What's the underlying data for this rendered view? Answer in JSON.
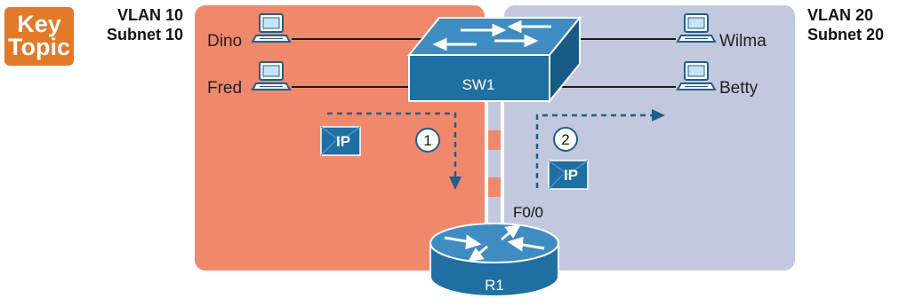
{
  "key_topic": {
    "line1": "Key",
    "line2": "Topic"
  },
  "vlan_left": {
    "vlan": "VLAN 10",
    "subnet": "Subnet 10"
  },
  "vlan_right": {
    "vlan": "VLAN 20",
    "subnet": "Subnet 20"
  },
  "hosts": {
    "dino": "Dino",
    "fred": "Fred",
    "wilma": "Wilma",
    "betty": "Betty"
  },
  "switch_label": "SW1",
  "router_label": "R1",
  "interface_label": "F0/0",
  "steps": {
    "one": "1",
    "two": "2"
  },
  "ip_label": "IP",
  "colors": {
    "vlan10_bg": "#f0896b",
    "vlan20_bg": "#c2c8dd",
    "switch": "#1f6fa3",
    "router": "#1f6fa3",
    "key_topic": "#e07a28"
  }
}
